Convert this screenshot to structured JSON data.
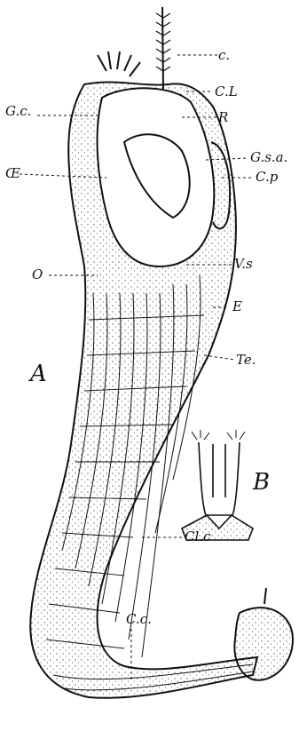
{
  "labels": {
    "c": "c.",
    "cl": "C.L",
    "r": "R",
    "gc": "G.c.",
    "gsa": "G.s.a.",
    "cp": "C.p",
    "oe": "Œ",
    "vs": "V.s",
    "o": "O",
    "e": "E",
    "te": "Te.",
    "a": "A",
    "b": "B",
    "clc": "Cl.c",
    "cc": "C.c."
  }
}
